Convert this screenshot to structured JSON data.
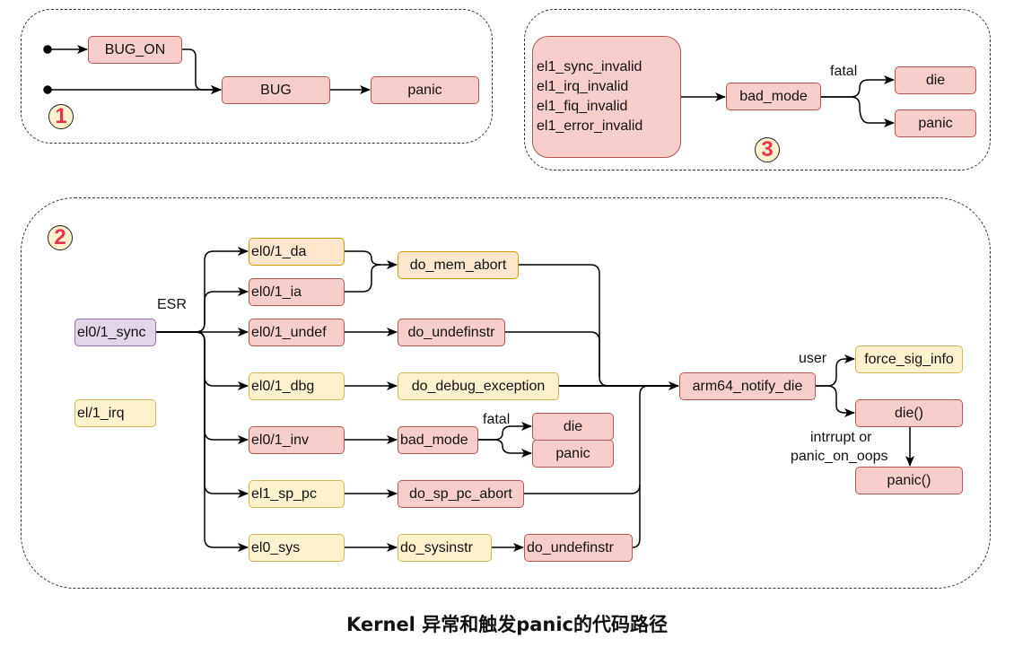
{
  "title": "Kernel 异常和触发panic的代码路径",
  "colors": {
    "red_fill": "#f8cecc",
    "red_stroke": "#b85450",
    "orange_fill": "#ffe6cc",
    "orange_stroke": "#d79b00",
    "yellow_fill": "#fff2cc",
    "yellow_stroke": "#d6b656",
    "purple_fill": "#e1d5e7",
    "purple_stroke": "#9673a6",
    "badge_number": "#e8344e"
  },
  "section1": {
    "badge": "1",
    "nodes": {
      "bug_on": "BUG_ON",
      "bug": "BUG",
      "panic": "panic"
    }
  },
  "section3": {
    "badge": "3",
    "sources": [
      "el1_sync_invalid",
      "el1_irq_invalid",
      "el1_fiq_invalid",
      "el1_error_invalid"
    ],
    "nodes": {
      "bad_mode": "bad_mode",
      "die": "die",
      "panic": "panic"
    },
    "edge_labels": {
      "fatal": "fatal"
    }
  },
  "section2": {
    "badge": "2",
    "entry": {
      "sync": "el0/1_sync",
      "irq": "el/1_irq"
    },
    "edge_labels": {
      "esr": "ESR",
      "fatal": "fatal",
      "user": "user",
      "interrupt_line1": "intrrupt or",
      "interrupt_line2": "panic_on_oops"
    },
    "handlers": {
      "da": "el0/1_da",
      "ia": "el0/1_ia",
      "undef": "el0/1_undef",
      "dbg": "el0/1_dbg",
      "inv": "el0/1_inv",
      "sp_pc": "el1_sp_pc",
      "sys": "el0_sys"
    },
    "functions": {
      "mem_abort": "do_mem_abort",
      "undefinstr": "do_undefinstr",
      "debug_exception": "do_debug_exception",
      "bad_mode": "bad_mode",
      "die": "die",
      "panic": "panic",
      "sp_pc_abort": "do_sp_pc_abort",
      "sysinstr": "do_sysinstr",
      "undefinstr2": "do_undefinstr"
    },
    "notify": {
      "arm64_notify_die": "arm64_notify_die",
      "force_sig_info": "force_sig_info",
      "die": "die()",
      "panic": "panic()"
    }
  }
}
